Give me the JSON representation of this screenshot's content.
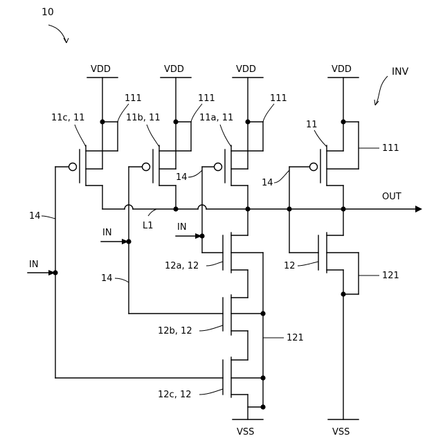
{
  "figure": {
    "ref": "10",
    "inv": "INV",
    "vdd": "VDD",
    "vss": "VSS",
    "out": "OUT",
    "in": "IN",
    "wire_14": "14",
    "l1": "L1",
    "pmos_bias": "111",
    "nmos_bias": "121",
    "p_c": "11c, 11",
    "p_b": "11b, 11",
    "p_a": "11a, 11",
    "p_inv": "11",
    "n_a": "12a, 12",
    "n_b": "12b, 12",
    "n_c": "12c, 12",
    "n_inv": "12"
  }
}
